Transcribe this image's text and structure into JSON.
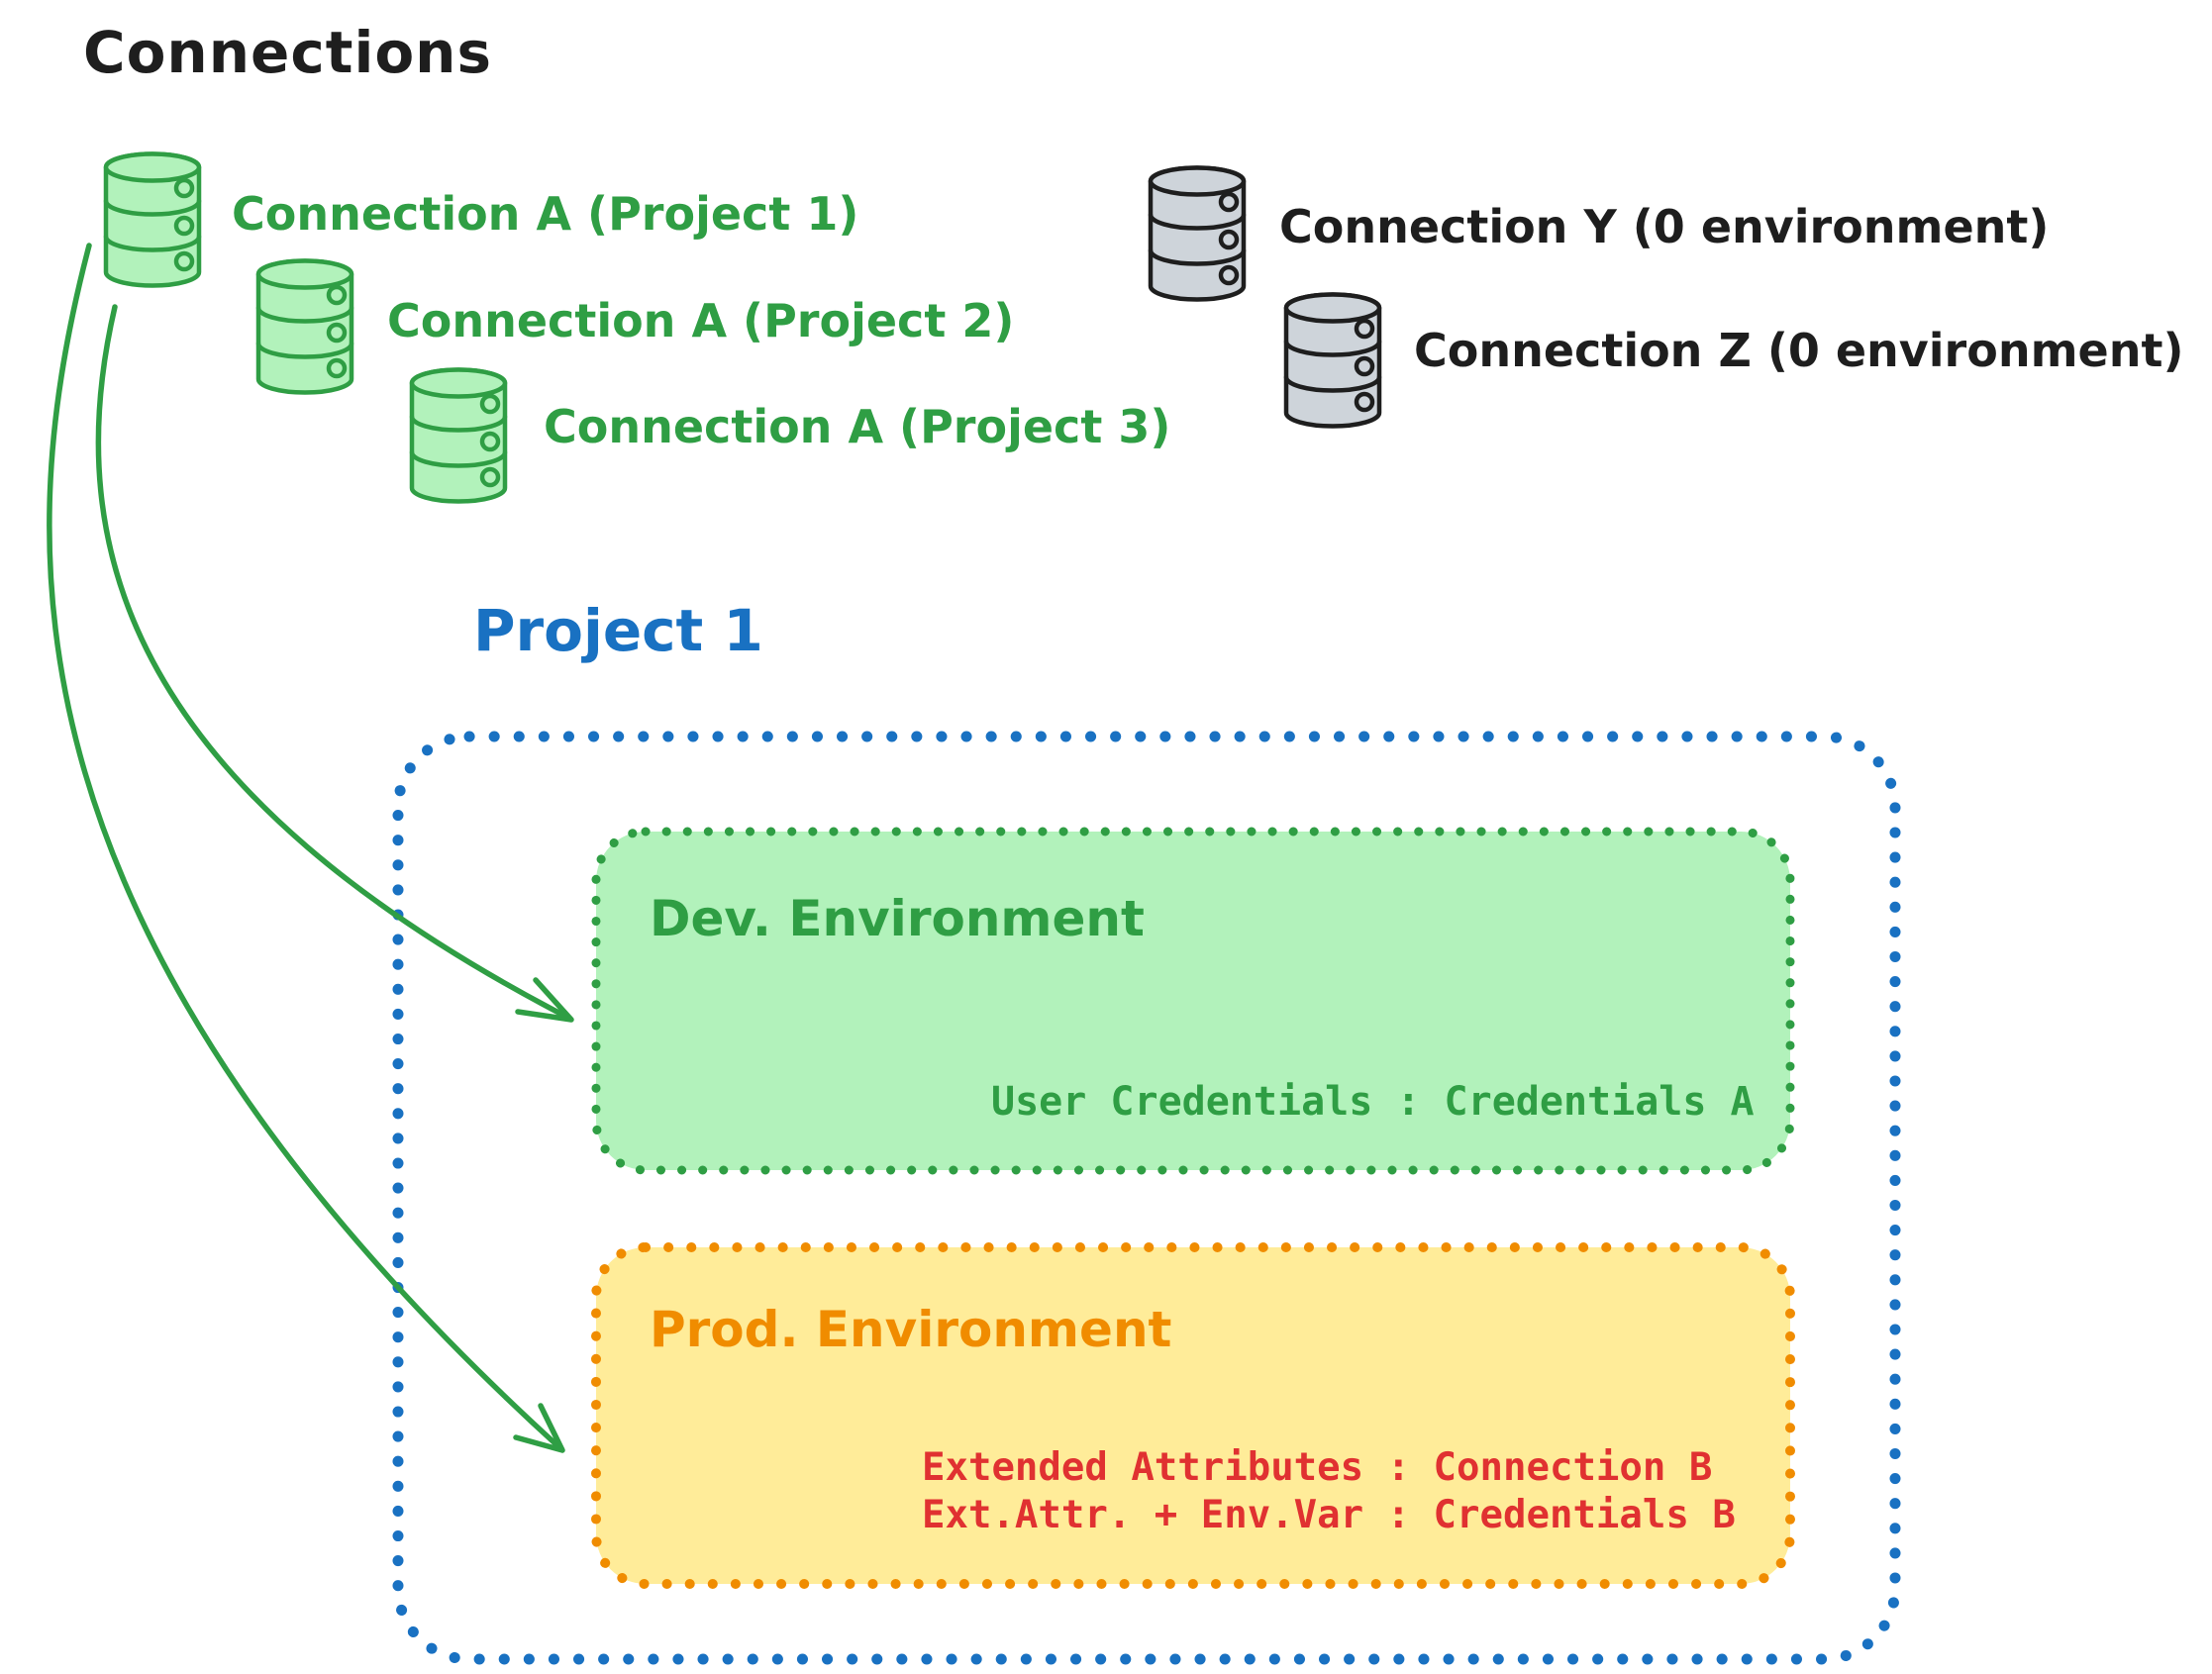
{
  "title": "Connections",
  "colors": {
    "black": "#1e1e1e",
    "green_stroke": "#2f9e44",
    "green_fill": "#b2f2bb",
    "gray_fill": "#ced4da",
    "blue": "#1971c2",
    "orange": "#f08c00",
    "yellow_fill": "#ffec99",
    "red": "#e03131"
  },
  "green_connections": [
    {
      "label": "Connection A (Project 1)",
      "icon": "database-icon"
    },
    {
      "label": "Connection A (Project 2)",
      "icon": "database-icon"
    },
    {
      "label": "Connection A (Project 3)",
      "icon": "database-icon"
    }
  ],
  "gray_connections": [
    {
      "label": "Connection Y (0 environment)",
      "icon": "database-icon"
    },
    {
      "label": "Connection Z (0 environment)",
      "icon": "database-icon"
    }
  ],
  "project": {
    "title": "Project 1",
    "dev": {
      "title": "Dev. Environment",
      "credential_line": "User Credentials : Credentials A"
    },
    "prod": {
      "title": "Prod. Environment",
      "line1": "Extended Attributes : Connection B",
      "line2": "Ext.Attr. + Env.Var : Credentials B"
    }
  }
}
